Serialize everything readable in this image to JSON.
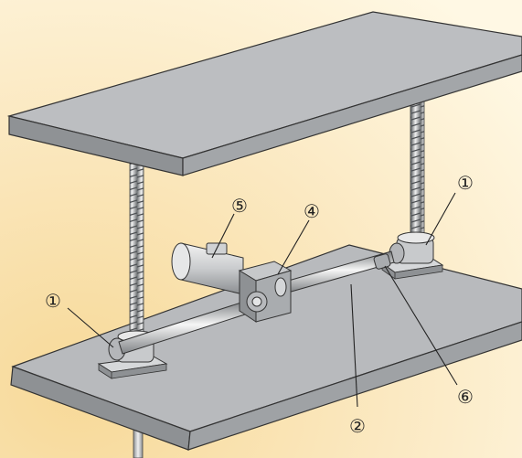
{
  "diagram": {
    "type": "screw-jack-lifting-system",
    "colors": {
      "background_light": "#fff6dc",
      "background_dark": "#f7dba0",
      "plate_top": "#b9bbbe",
      "plate_edge": "#8f9295",
      "plate_outline": "#333333",
      "metal_light": "#f4f4f4",
      "metal_mid": "#c4c6c8",
      "metal_dark": "#7e8184",
      "motor_body": "#d2d4d6",
      "line": "#222222"
    },
    "callouts": [
      {
        "id": "jack-left",
        "label": "①"
      },
      {
        "id": "jack-right",
        "label": "①"
      },
      {
        "id": "shaft",
        "label": "②"
      },
      {
        "id": "gearbox",
        "label": "④"
      },
      {
        "id": "motor",
        "label": "⑤"
      },
      {
        "id": "coupling",
        "label": "⑥"
      }
    ],
    "components": [
      "top-plate",
      "bottom-plate",
      "lead-screw-left",
      "lead-screw-right",
      "screw-jack-left",
      "screw-jack-right",
      "connecting-shaft-left",
      "connecting-shaft-right",
      "worm-gearbox",
      "electric-motor",
      "support-legs"
    ]
  }
}
